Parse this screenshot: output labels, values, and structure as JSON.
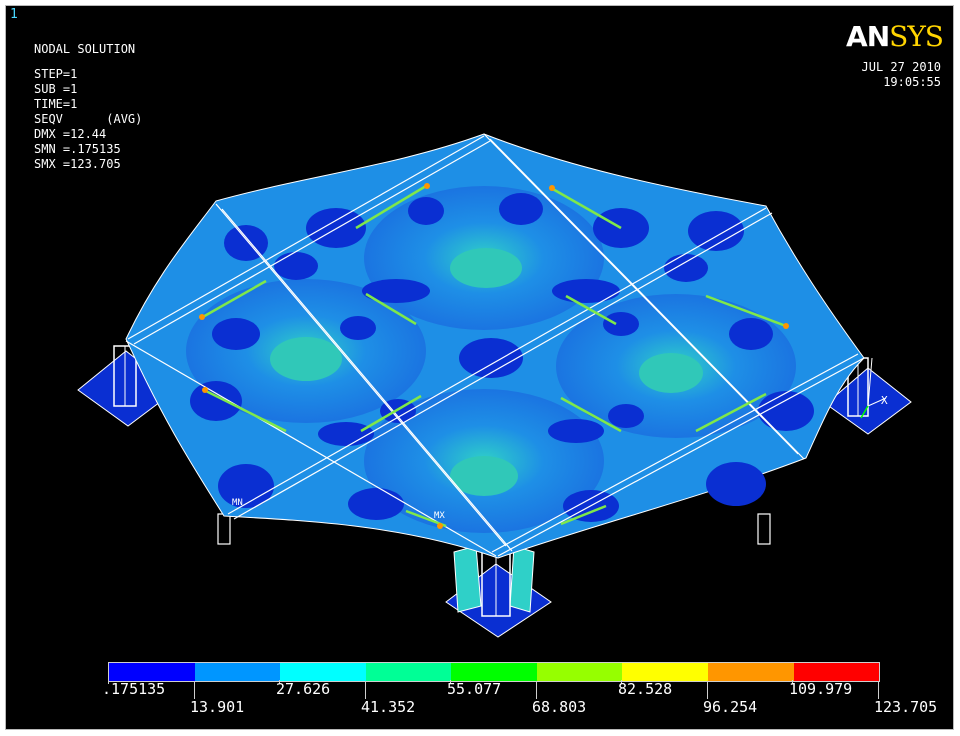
{
  "window_number": "1",
  "plot_info": {
    "title": "NODAL SOLUTION",
    "lines": [
      "STEP=1",
      "SUB =1",
      "TIME=1",
      "SEQV      (AVG)",
      "DMX =12.44",
      "SMN =.175135",
      "SMX =123.705"
    ]
  },
  "logo": {
    "part1": "AN",
    "part2": "SYS"
  },
  "datetime": {
    "date": "JUL 27 2010",
    "time": "19:05:55"
  },
  "markers": {
    "min": "MN",
    "max": "MX"
  },
  "triad_label": "X",
  "legend": {
    "colors": [
      "#0000ff",
      "#0096ff",
      "#00ffff",
      "#00ff96",
      "#00ff00",
      "#96ff00",
      "#ffff00",
      "#ff9600",
      "#ff0000"
    ],
    "upper_labels": [
      ".175135",
      "27.626",
      "55.077",
      "82.528",
      "109.979"
    ],
    "lower_labels": [
      "13.901",
      "41.352",
      "68.803",
      "96.254",
      "123.705"
    ]
  },
  "colors": {
    "background": "#000000",
    "contour_low": "#0a2fd2",
    "contour_mid": "#1e8fe6",
    "contour_high": "#2fd0c8",
    "member_lines": "#ffffff"
  }
}
